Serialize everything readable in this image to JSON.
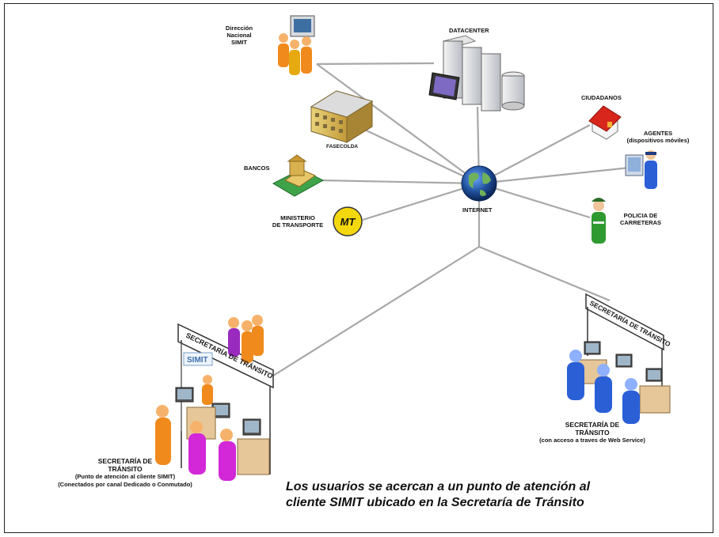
{
  "nodes": {
    "direccion": [
      "Dirección",
      "Nacional",
      "SIMIT"
    ],
    "datacenter": "DATACENTER",
    "fasecolda": "FASECOLDA",
    "ciudadanos": "CIUDADANOS",
    "agentes": [
      "AGENTES",
      "(dispositivos móviles)"
    ],
    "bancos": "BANCOS",
    "internet": "INTERNET",
    "ministerio": [
      "MINISTERIO",
      "DE TRANSPORTE"
    ],
    "policia": [
      "POLICIA DE",
      "CARRETERAS"
    ],
    "secretaria_left": [
      "SECRETARÍA DE",
      "TRÁNSITO",
      "(Punto de atención al cliente SIMIT)",
      "(Conectados por canal Dedicado o Conmutado)"
    ],
    "secretaria_right": [
      "SECRETARÍA DE",
      "TRÁNSITO",
      "(con acceso a traves de Web Service)"
    ]
  },
  "signs": {
    "left_banner": "SECRETARÍA DE TRÁNSITO",
    "left_simit": "SIMIT",
    "right_banner": "SECRETARÍA DE TRÁNSITO"
  },
  "mintransporte_logo": "MT",
  "caption": [
    "Los usuarios se acercan a un punto de atención al",
    "cliente SIMIT ubicado en la Secretaría de Tránsito"
  ],
  "colors": {
    "line": "#a8a8a8",
    "globe": "#1f4f9a",
    "person_orange": "#f08a1c",
    "person_purple": "#9a2bbf",
    "person_blue": "#2a5fd6",
    "person_green": "#2f9a2f"
  }
}
